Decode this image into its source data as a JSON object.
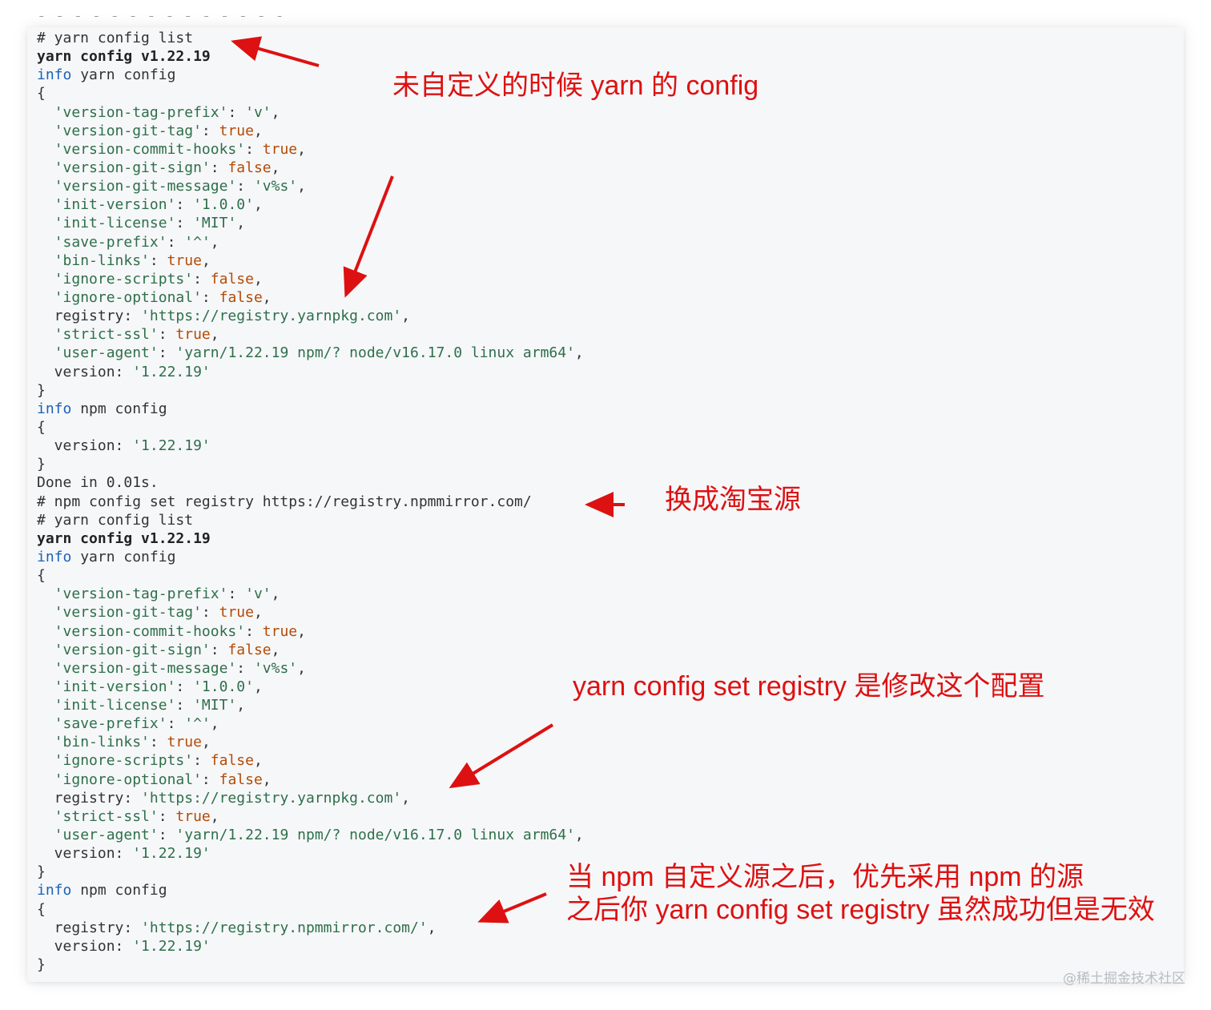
{
  "top_fragment": "- - - - - - - - - - - - - -",
  "code_lines": [
    [
      {
        "t": "# yarn config list"
      }
    ],
    [
      {
        "t": "yarn config v1.22.19",
        "c": "b"
      }
    ],
    [
      {
        "t": "info",
        "c": "info"
      },
      {
        "t": " yarn config"
      }
    ],
    [
      {
        "t": "{"
      }
    ],
    [
      {
        "t": "  "
      },
      {
        "t": "'version-tag-prefix'",
        "c": "str"
      },
      {
        "t": ": "
      },
      {
        "t": "'v'",
        "c": "str"
      },
      {
        "t": ","
      }
    ],
    [
      {
        "t": "  "
      },
      {
        "t": "'version-git-tag'",
        "c": "str"
      },
      {
        "t": ": "
      },
      {
        "t": "true",
        "c": "kw"
      },
      {
        "t": ","
      }
    ],
    [
      {
        "t": "  "
      },
      {
        "t": "'version-commit-hooks'",
        "c": "str"
      },
      {
        "t": ": "
      },
      {
        "t": "true",
        "c": "kw"
      },
      {
        "t": ","
      }
    ],
    [
      {
        "t": "  "
      },
      {
        "t": "'version-git-sign'",
        "c": "str"
      },
      {
        "t": ": "
      },
      {
        "t": "false",
        "c": "kw"
      },
      {
        "t": ","
      }
    ],
    [
      {
        "t": "  "
      },
      {
        "t": "'version-git-message'",
        "c": "str"
      },
      {
        "t": ": "
      },
      {
        "t": "'v%s'",
        "c": "str"
      },
      {
        "t": ","
      }
    ],
    [
      {
        "t": "  "
      },
      {
        "t": "'init-version'",
        "c": "str"
      },
      {
        "t": ": "
      },
      {
        "t": "'1.0.0'",
        "c": "str"
      },
      {
        "t": ","
      }
    ],
    [
      {
        "t": "  "
      },
      {
        "t": "'init-license'",
        "c": "str"
      },
      {
        "t": ": "
      },
      {
        "t": "'MIT'",
        "c": "str"
      },
      {
        "t": ","
      }
    ],
    [
      {
        "t": "  "
      },
      {
        "t": "'save-prefix'",
        "c": "str"
      },
      {
        "t": ": "
      },
      {
        "t": "'^'",
        "c": "str"
      },
      {
        "t": ","
      }
    ],
    [
      {
        "t": "  "
      },
      {
        "t": "'bin-links'",
        "c": "str"
      },
      {
        "t": ": "
      },
      {
        "t": "true",
        "c": "kw"
      },
      {
        "t": ","
      }
    ],
    [
      {
        "t": "  "
      },
      {
        "t": "'ignore-scripts'",
        "c": "str"
      },
      {
        "t": ": "
      },
      {
        "t": "false",
        "c": "kw"
      },
      {
        "t": ","
      }
    ],
    [
      {
        "t": "  "
      },
      {
        "t": "'ignore-optional'",
        "c": "str"
      },
      {
        "t": ": "
      },
      {
        "t": "false",
        "c": "kw"
      },
      {
        "t": ","
      }
    ],
    [
      {
        "t": "  registry: "
      },
      {
        "t": "'https://registry.yarnpkg.com'",
        "c": "str"
      },
      {
        "t": ","
      }
    ],
    [
      {
        "t": "  "
      },
      {
        "t": "'strict-ssl'",
        "c": "str"
      },
      {
        "t": ": "
      },
      {
        "t": "true",
        "c": "kw"
      },
      {
        "t": ","
      }
    ],
    [
      {
        "t": "  "
      },
      {
        "t": "'user-agent'",
        "c": "str"
      },
      {
        "t": ": "
      },
      {
        "t": "'yarn/1.22.19 npm/? node/v16.17.0 linux arm64'",
        "c": "str"
      },
      {
        "t": ","
      }
    ],
    [
      {
        "t": "  version: "
      },
      {
        "t": "'1.22.19'",
        "c": "str"
      }
    ],
    [
      {
        "t": "}"
      }
    ],
    [
      {
        "t": "info",
        "c": "info"
      },
      {
        "t": " npm config"
      }
    ],
    [
      {
        "t": "{"
      }
    ],
    [
      {
        "t": "  version: "
      },
      {
        "t": "'1.22.19'",
        "c": "str"
      }
    ],
    [
      {
        "t": "}"
      }
    ],
    [
      {
        "t": "Done in 0.01s."
      }
    ],
    [
      {
        "t": "# npm config set registry https://registry.npmmirror.com/"
      }
    ],
    [
      {
        "t": "# yarn config list"
      }
    ],
    [
      {
        "t": "yarn config v1.22.19",
        "c": "b"
      }
    ],
    [
      {
        "t": "info",
        "c": "info"
      },
      {
        "t": " yarn config"
      }
    ],
    [
      {
        "t": "{"
      }
    ],
    [
      {
        "t": "  "
      },
      {
        "t": "'version-tag-prefix'",
        "c": "str"
      },
      {
        "t": ": "
      },
      {
        "t": "'v'",
        "c": "str"
      },
      {
        "t": ","
      }
    ],
    [
      {
        "t": "  "
      },
      {
        "t": "'version-git-tag'",
        "c": "str"
      },
      {
        "t": ": "
      },
      {
        "t": "true",
        "c": "kw"
      },
      {
        "t": ","
      }
    ],
    [
      {
        "t": "  "
      },
      {
        "t": "'version-commit-hooks'",
        "c": "str"
      },
      {
        "t": ": "
      },
      {
        "t": "true",
        "c": "kw"
      },
      {
        "t": ","
      }
    ],
    [
      {
        "t": "  "
      },
      {
        "t": "'version-git-sign'",
        "c": "str"
      },
      {
        "t": ": "
      },
      {
        "t": "false",
        "c": "kw"
      },
      {
        "t": ","
      }
    ],
    [
      {
        "t": "  "
      },
      {
        "t": "'version-git-message'",
        "c": "str"
      },
      {
        "t": ": "
      },
      {
        "t": "'v%s'",
        "c": "str"
      },
      {
        "t": ","
      }
    ],
    [
      {
        "t": "  "
      },
      {
        "t": "'init-version'",
        "c": "str"
      },
      {
        "t": ": "
      },
      {
        "t": "'1.0.0'",
        "c": "str"
      },
      {
        "t": ","
      }
    ],
    [
      {
        "t": "  "
      },
      {
        "t": "'init-license'",
        "c": "str"
      },
      {
        "t": ": "
      },
      {
        "t": "'MIT'",
        "c": "str"
      },
      {
        "t": ","
      }
    ],
    [
      {
        "t": "  "
      },
      {
        "t": "'save-prefix'",
        "c": "str"
      },
      {
        "t": ": "
      },
      {
        "t": "'^'",
        "c": "str"
      },
      {
        "t": ","
      }
    ],
    [
      {
        "t": "  "
      },
      {
        "t": "'bin-links'",
        "c": "str"
      },
      {
        "t": ": "
      },
      {
        "t": "true",
        "c": "kw"
      },
      {
        "t": ","
      }
    ],
    [
      {
        "t": "  "
      },
      {
        "t": "'ignore-scripts'",
        "c": "str"
      },
      {
        "t": ": "
      },
      {
        "t": "false",
        "c": "kw"
      },
      {
        "t": ","
      }
    ],
    [
      {
        "t": "  "
      },
      {
        "t": "'ignore-optional'",
        "c": "str"
      },
      {
        "t": ": "
      },
      {
        "t": "false",
        "c": "kw"
      },
      {
        "t": ","
      }
    ],
    [
      {
        "t": "  registry: "
      },
      {
        "t": "'https://registry.yarnpkg.com'",
        "c": "str"
      },
      {
        "t": ","
      }
    ],
    [
      {
        "t": "  "
      },
      {
        "t": "'strict-ssl'",
        "c": "str"
      },
      {
        "t": ": "
      },
      {
        "t": "true",
        "c": "kw"
      },
      {
        "t": ","
      }
    ],
    [
      {
        "t": "  "
      },
      {
        "t": "'user-agent'",
        "c": "str"
      },
      {
        "t": ": "
      },
      {
        "t": "'yarn/1.22.19 npm/? node/v16.17.0 linux arm64'",
        "c": "str"
      },
      {
        "t": ","
      }
    ],
    [
      {
        "t": "  version: "
      },
      {
        "t": "'1.22.19'",
        "c": "str"
      }
    ],
    [
      {
        "t": "}"
      }
    ],
    [
      {
        "t": "info",
        "c": "info"
      },
      {
        "t": " npm config"
      }
    ],
    [
      {
        "t": "{"
      }
    ],
    [
      {
        "t": "  registry: "
      },
      {
        "t": "'https://registry.npmmirror.com/'",
        "c": "str"
      },
      {
        "t": ","
      }
    ],
    [
      {
        "t": "  version: "
      },
      {
        "t": "'1.22.19'",
        "c": "str"
      }
    ],
    [
      {
        "t": "}"
      }
    ]
  ],
  "annotations": {
    "default_config": "未自定义的时候 yarn 的 config",
    "switch_taobao": "换成淘宝源",
    "yarn_set_registry": "yarn config set registry 是修改这个配置",
    "npm_custom_line1": "当 npm 自定义源之后，优先采用 npm 的源",
    "npm_custom_line2": "之后你 yarn config set registry 虽然成功但是无效"
  },
  "watermark": "@稀土掘金技术社区",
  "colors": {
    "annotation": "#dd1111",
    "info_keyword": "#1a62b7",
    "string": "#2e6f4a",
    "boolean": "#b24b05",
    "background": "#f6f7f9"
  }
}
